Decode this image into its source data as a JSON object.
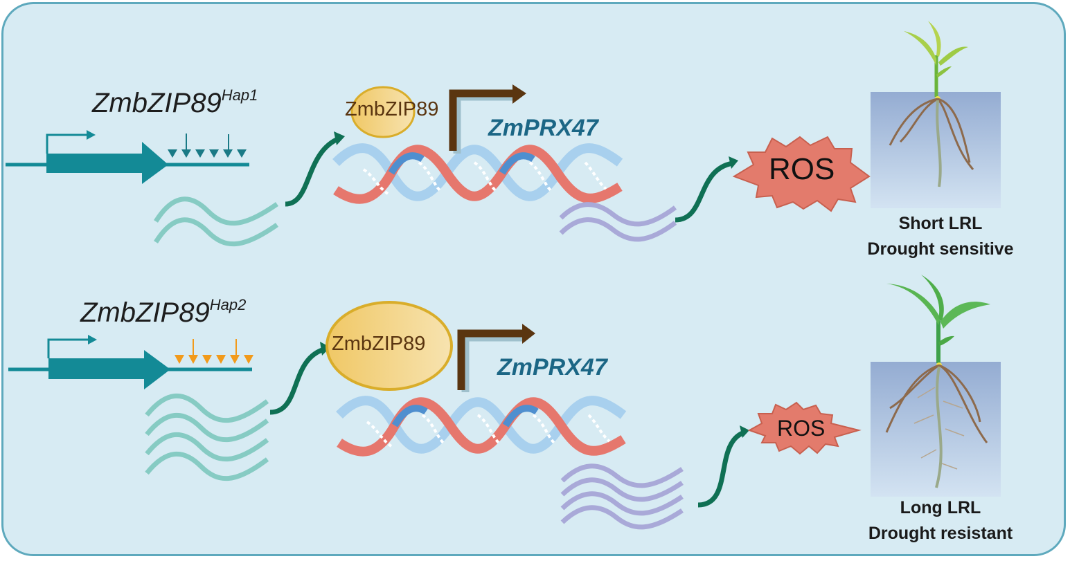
{
  "figure": {
    "type": "schematic",
    "panels": [
      {
        "id": "hap1",
        "gene": "ZmbZIP89",
        "haplotype": "Hap1",
        "variant_marker_color": "#1a7a86",
        "variant_count": 6,
        "arrow_markers": 2,
        "transcript_copies": 2,
        "transcription_factor": "ZmbZIP89",
        "target_gene": "ZmPRX47",
        "target_transcript_copies": 2,
        "ros_label": "ROS",
        "ros_level": "high",
        "phenotype_line1": "Short LRL",
        "phenotype_line2": "Drought sensitive"
      },
      {
        "id": "hap2",
        "gene": "ZmbZIP89",
        "haplotype": "Hap2",
        "variant_marker_color": "#f29a1a",
        "variant_count": 6,
        "arrow_markers": 2,
        "transcript_copies": 4,
        "transcription_factor": "ZmbZIP89",
        "target_gene": "ZmPRX47",
        "target_transcript_copies": 4,
        "ros_label": "ROS",
        "ros_level": "low",
        "phenotype_line1": "Long LRL",
        "phenotype_line2": "Drought resistant"
      }
    ]
  },
  "colors": {
    "background": "#d7ebf3",
    "border": "#5ea9bd",
    "gene_teal": "#138a96",
    "mrna": "#86cbc3",
    "target_mrna": "#a9a9d8",
    "flow_arrow": "#0f7054",
    "tss_arrow": "#5a3510",
    "ros": "#e37b6c",
    "tf_oval": "#f2d27a",
    "target_text": "#1b6685"
  }
}
